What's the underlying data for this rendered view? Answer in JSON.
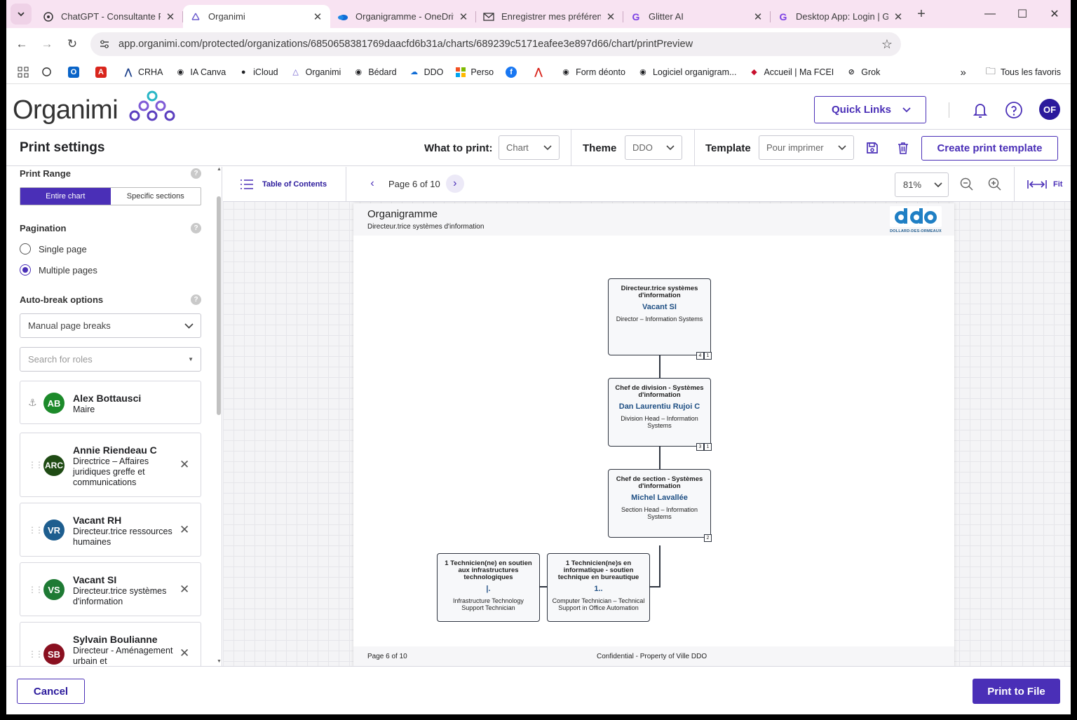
{
  "browser": {
    "tabs": [
      {
        "title": "ChatGPT - Consultante RH",
        "icon": "chatgpt-icon"
      },
      {
        "title": "Organimi",
        "icon": "organimi-icon",
        "active": true
      },
      {
        "title": "Organigramme - OneDrive",
        "icon": "onedrive-icon"
      },
      {
        "title": "Enregistrer mes préférences",
        "icon": "mail-icon"
      },
      {
        "title": "Glitter AI",
        "icon": "glitter-icon"
      },
      {
        "title": "Desktop App: Login | Glitter",
        "icon": "glitter-icon"
      }
    ],
    "url": "app.organimi.com/protected/organizations/6850658381769daacfd6b31a/charts/689239c5171eafee3e897d66/chart/printPreview",
    "profile_initial": "O",
    "bookmarks": [
      {
        "label": "",
        "icon": "chatgpt-icon"
      },
      {
        "label": "",
        "icon": "outlook-icon"
      },
      {
        "label": "",
        "icon": "acrobat-icon"
      },
      {
        "label": "CRHA",
        "icon": "crha-icon"
      },
      {
        "label": "IA Canva",
        "icon": "globe-icon"
      },
      {
        "label": "iCloud",
        "icon": "apple-icon"
      },
      {
        "label": "Organimi",
        "icon": "organimi-icon"
      },
      {
        "label": "Bédard",
        "icon": "globe-icon"
      },
      {
        "label": "DDO",
        "icon": "onedrive-icon"
      },
      {
        "label": "Perso",
        "icon": "microsoft-icon"
      },
      {
        "label": "",
        "icon": "facebook-icon"
      },
      {
        "label": "",
        "icon": "adobe-icon"
      },
      {
        "label": "Form déonto",
        "icon": "globe-icon"
      },
      {
        "label": "Logiciel organigram...",
        "icon": "globe-icon"
      },
      {
        "label": "Accueil | Ma FCEI",
        "icon": "fcei-icon"
      },
      {
        "label": "Grok",
        "icon": "grok-icon"
      }
    ],
    "all_bookmarks": "Tous les favoris"
  },
  "app": {
    "logo_text": "Organimi",
    "quick_links": "Quick Links",
    "user_initials": "OF"
  },
  "print_settings": {
    "title": "Print settings",
    "what_to_print_label": "What to print:",
    "what_to_print_value": "Chart",
    "theme_label": "Theme",
    "theme_value": "DDO",
    "template_label": "Template",
    "template_value": "Pour imprimer",
    "create_template": "Create print template"
  },
  "left": {
    "print_range": "Print Range",
    "range_options": [
      "Entire chart",
      "Specific sections"
    ],
    "pagination": "Pagination",
    "single_page": "Single page",
    "multiple_pages": "Multiple pages",
    "auto_break": "Auto-break options",
    "auto_break_value": "Manual page breaks",
    "search_roles_placeholder": "Search for roles",
    "people": [
      {
        "initials": "AB",
        "name": "Alex Bottausci",
        "role": "Maire",
        "color": "#1c8a2a"
      },
      {
        "initials": "ARC",
        "name": "Annie Riendeau C",
        "role": "Directrice – Affaires juridiques greffe et communications",
        "color": "#1f4b14"
      },
      {
        "initials": "VR",
        "name": "Vacant RH",
        "role": "Directeur.trice ressources humaines",
        "color": "#1e5e8f"
      },
      {
        "initials": "VS",
        "name": "Vacant SI",
        "role": "Directeur.trice systèmes d'information",
        "color": "#1e7a34"
      },
      {
        "initials": "SB",
        "name": "Sylvain Boulianne",
        "role": "Directeur - Aménagement urbain et",
        "color": "#8a1020"
      }
    ]
  },
  "preview": {
    "toc": "Table of Contents",
    "page_indicator": "Page 6 of 10",
    "zoom": "81%",
    "fit": "Fit",
    "page": {
      "title": "Organigramme",
      "subtitle": "Directeur.trice systèmes d'information",
      "logo_caption": "DOLLARD-DES-ORMEAUX",
      "footer_left": "Page 6 of 10",
      "footer_center": "Confidential - Property of Ville DDO"
    },
    "nodes": [
      {
        "title": "Directeur.trice systèmes d'information",
        "name": "Vacant SI",
        "role": "Director – Information Systems",
        "badges": [
          "4",
          "1"
        ]
      },
      {
        "title": "Chef de division - Systèmes d'information",
        "name": "Dan Laurentiu Rujoi C",
        "role": "Division Head – Information Systems",
        "badges": [
          "3",
          "1"
        ]
      },
      {
        "title": "Chef de section - Systèmes d'information",
        "name": "Michel Lavallée",
        "role": "Section Head – Information Systems",
        "badges": [
          "2"
        ]
      },
      {
        "title": "1 Technicien(ne) en soutien aux infrastructures technologiques",
        "name": "|.",
        "role": "Infrastructure Technology Support Technician",
        "badges": []
      },
      {
        "title": "1 Technicien(ne)s en informatique - soutien technique en bureautique",
        "name": "1..",
        "role": "Computer Technician – Technical Support in Office Automation",
        "badges": []
      }
    ]
  },
  "footer": {
    "cancel": "Cancel",
    "print_to_file": "Print to File"
  },
  "colors": {
    "accent": "#4a2fb7",
    "accent_dark": "#2b1a9c",
    "tab_strip": "#f8e3f2"
  }
}
